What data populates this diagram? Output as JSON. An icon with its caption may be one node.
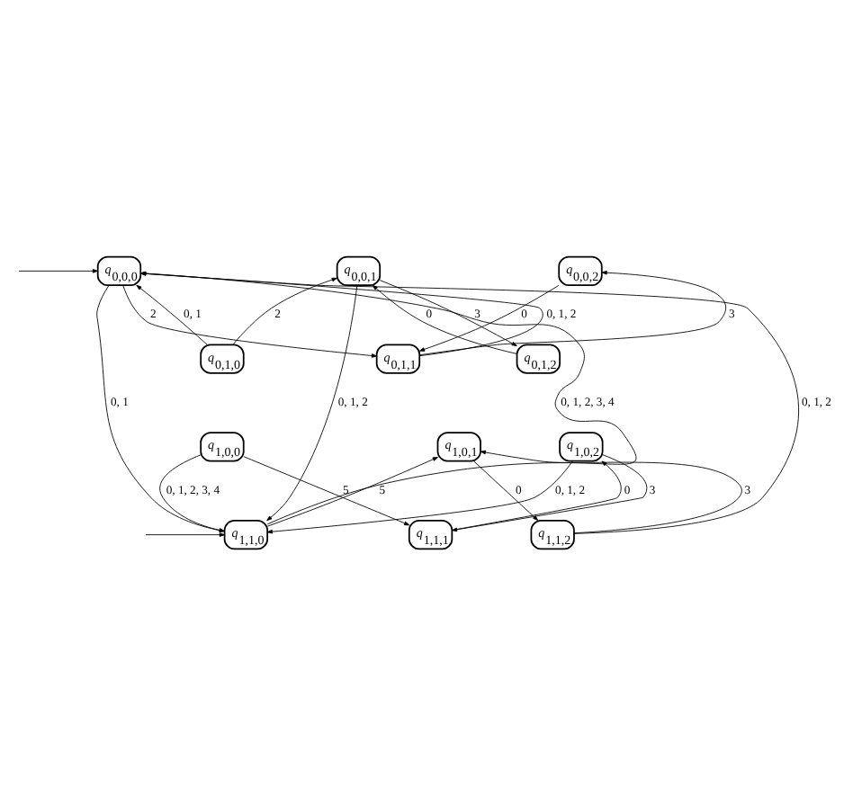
{
  "diagram": {
    "nodes": [
      {
        "text": [
          "*q*$_{0,0,0}$"
        ]
      },
      {
        "text": [
          "*q*$_{0,0,1}$"
        ]
      },
      {
        "text": [
          "*q*$_{0,0,2}$"
        ]
      },
      {
        "text": [
          "*q*$_{0,1,0}$"
        ]
      },
      {
        "text": [
          "*q*$_{0,1,1}$"
        ]
      },
      {
        "text": [
          "*q*$_{0,1,2}$"
        ]
      },
      {
        "text": [
          "*q*$_{1,0,0}$"
        ]
      },
      {
        "text": [
          "*q*$_{1,0,1}$"
        ]
      },
      {
        "text": [
          "*q*$_{1,0,2}$"
        ]
      },
      {
        "text": [
          "*q*$_{1,1,0}$"
        ]
      },
      {
        "text": [
          "*q*$_{1,1,1}$"
        ]
      },
      {
        "text": [
          "*q*$_{1,1,2}$"
        ]
      }
    ],
    "edges": [
      {
        "from": null,
        "to": 0,
        "arrow": "to"
      },
      {
        "from": null,
        "to": 9,
        "arrow": "to"
      },
      {
        "from": 3,
        "to": 0,
        "label": "0, 1",
        "arrow": "to"
      },
      {
        "from": 0,
        "to": 4,
        "label": "2",
        "arrow": "to"
      },
      {
        "from": 3,
        "to": 1,
        "label": "2",
        "arrow": "to"
      },
      {
        "from": 4,
        "to": 0,
        "label": "0, 1, 2",
        "arrow": "to"
      },
      {
        "from": 1,
        "to": 5,
        "label": "3",
        "arrow": "to"
      },
      {
        "from": 4,
        "to": 2,
        "label": "3",
        "arrow": "to"
      },
      {
        "from": 2,
        "to": 4,
        "label": "0",
        "arrow": "to"
      },
      {
        "from": 5,
        "to": 1,
        "label": "0",
        "arrow": "to"
      },
      {
        "from": 1,
        "to": 9,
        "label": "0, 1, 2",
        "arrow": "to"
      },
      {
        "from": 0,
        "to": 9,
        "label": "0, 1",
        "arrow": "to"
      },
      {
        "from": 9,
        "to": 0,
        "label": "0, 1, 2, 3, 4",
        "arrow": "to"
      },
      {
        "from": 11,
        "to": 0,
        "label": "0, 1, 2",
        "arrow": "to"
      },
      {
        "from": 6,
        "to": 9,
        "label": "0, 1, 2, 3, 4",
        "arrow": "to"
      },
      {
        "from": 6,
        "to": 10,
        "label": "5",
        "arrow": "to"
      },
      {
        "from": 9,
        "to": 7,
        "label": "5",
        "arrow": "to"
      },
      {
        "from": 7,
        "to": 11,
        "label": "0",
        "arrow": "to"
      },
      {
        "from": 10,
        "to": 8,
        "label": "0",
        "arrow": "to"
      },
      {
        "from": 8,
        "to": 10,
        "label": "3",
        "arrow": "to"
      },
      {
        "from": 11,
        "to": 7,
        "label": "3",
        "arrow": "to"
      },
      {
        "from": 8,
        "to": 9,
        "label": "0, 1, 2",
        "arrow": "to"
      }
    ]
  }
}
